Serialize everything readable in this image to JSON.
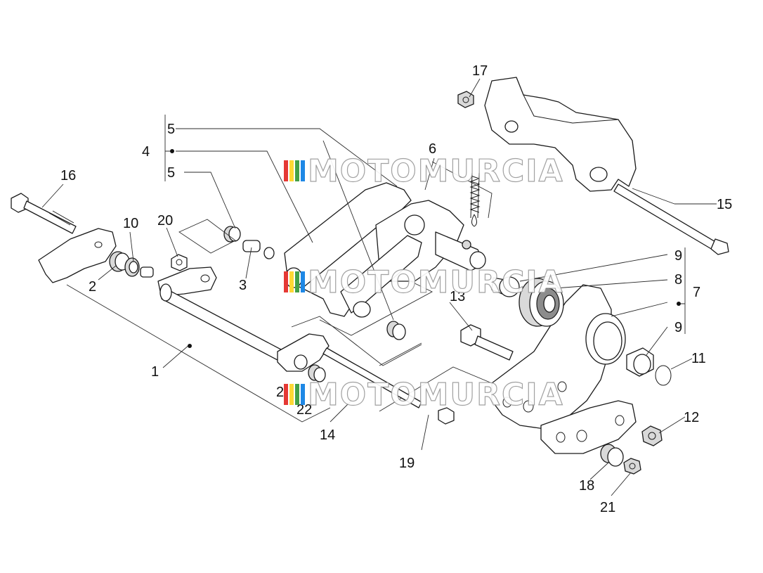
{
  "callouts": {
    "c1": "1",
    "c2": "2",
    "c3": "3",
    "c4": "4",
    "c5a": "5",
    "c5b": "5",
    "c6": "6",
    "c7": "7",
    "c8": "8",
    "c9a": "9",
    "c9b": "9",
    "c10": "10",
    "c11": "11",
    "c12": "12",
    "c13": "13",
    "c14": "14",
    "c15": "15",
    "c16": "16",
    "c17": "17",
    "c18": "18",
    "c19": "19",
    "c20": "20",
    "c21": "21",
    "c22": "22",
    "c2b": "2"
  },
  "watermark": {
    "text": "MOTOMURCIA",
    "stripe_colors": [
      "#e53935",
      "#fdd835",
      "#43a047",
      "#1e88e5"
    ]
  },
  "colors": {
    "line": "#1a1a1a",
    "background": "#ffffff",
    "watermark_outline": "#9a9a9a"
  }
}
